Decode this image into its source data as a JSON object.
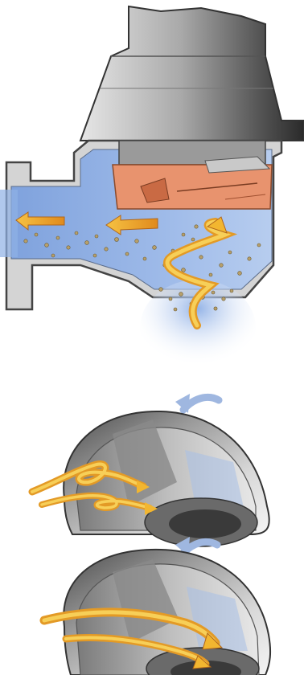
{
  "diagram": {
    "panels": [
      {
        "id": "pump-cross-section",
        "description_hidden": true
      },
      {
        "id": "impeller-vortex-flow",
        "description_hidden": true
      },
      {
        "id": "impeller-smooth-flow",
        "description_hidden": true
      }
    ],
    "colors": {
      "fluid": "#8fb0e6",
      "fluid_light": "#cfe0f7",
      "housing": "#cfcfcf",
      "housing_dark": "#4a4a4a",
      "impeller": "#e8936e",
      "flow_arrow": "#f2b630",
      "flow_arrow_dark": "#d9821a",
      "rotation_arrow": "#9fb7e0",
      "particles": "#b8a06a"
    },
    "icons": [
      "flow-arrow-icon",
      "rotation-arrow-icon"
    ]
  }
}
